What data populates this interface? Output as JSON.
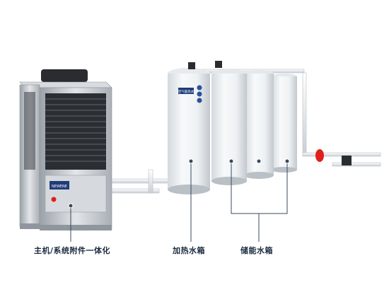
{
  "labels": {
    "unit": "主机/系统附件一体化",
    "heating_tank": "加热水箱",
    "storage_tanks": "储能水箱"
  },
  "panel_brand": "NEWENE",
  "tank_badge": "空气能热水",
  "colors": {
    "pipe": "#e9eef2",
    "tank": "#eef1f3",
    "steel": "#c9ced4",
    "grille": "#2b2e33",
    "panel": "#1f3b78",
    "valve_red": "#e0201b",
    "callout": "#3a4a5c"
  }
}
